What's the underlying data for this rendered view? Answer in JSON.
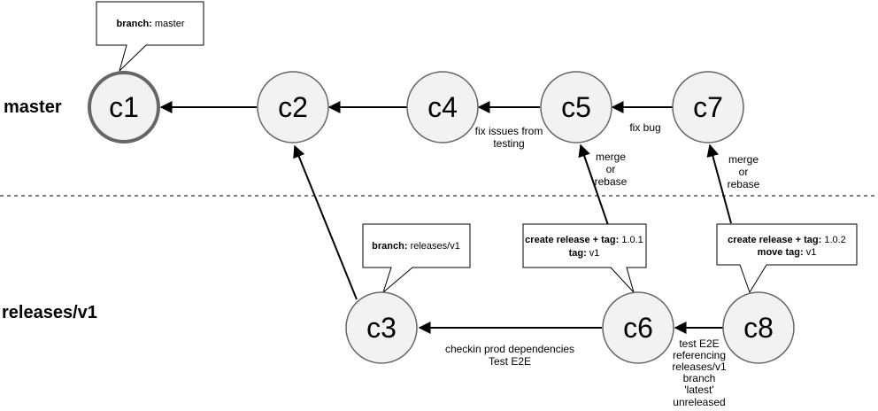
{
  "lanes": {
    "master": "master",
    "releases": "releases/v1"
  },
  "nodes": {
    "c1": "c1",
    "c2": "c2",
    "c3": "c3",
    "c4": "c4",
    "c5": "c5",
    "c6": "c6",
    "c7": "c7",
    "c8": "c8"
  },
  "edge_labels": {
    "fix_issues": [
      "fix issues from",
      "testing"
    ],
    "fix_bug": "fix bug",
    "merge_c6": [
      "merge",
      "or",
      "rebase"
    ],
    "merge_c8": [
      "merge",
      "or",
      "rebase"
    ],
    "checkin": [
      "checkin prod dependencies",
      "Test E2E"
    ],
    "test_e2e": [
      "test E2E",
      "referencing",
      "releases/v1",
      "branch",
      "'latest'",
      "unreleased"
    ]
  },
  "callouts": {
    "c1": {
      "key": "branch:",
      "value": " master"
    },
    "c3": {
      "key": "branch:",
      "value": " releases/v1"
    },
    "c6": {
      "line1_key": "create release + tag:",
      "line1_value": " 1.0.1",
      "line2_key": "tag:",
      "line2_value": " v1"
    },
    "c8": {
      "line1_key": "create release + tag:",
      "line1_value": " 1.0.2",
      "line2_key": "move tag:",
      "line2_value": " v1"
    }
  },
  "colors": {
    "node_fill": "#f2f2f2",
    "node_stroke": "#666666",
    "edge": "#000000"
  }
}
